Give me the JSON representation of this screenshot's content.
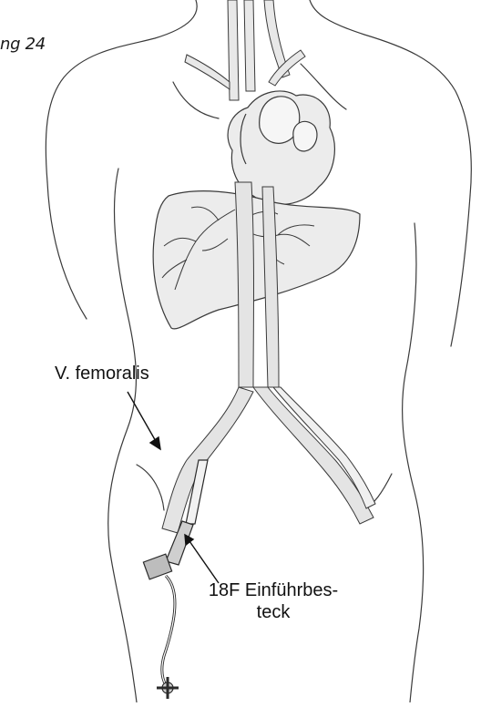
{
  "figure": {
    "label": "ng 24"
  },
  "callouts": {
    "femoral_vein": "V. femoralis",
    "sheath_line1": "18F Einführbes-",
    "sheath_line2": "teck"
  },
  "colors": {
    "outline": "#3a3a3a",
    "vessel_fill": "#e6e6e6",
    "organ_fill": "#ececec",
    "text": "#111111"
  }
}
